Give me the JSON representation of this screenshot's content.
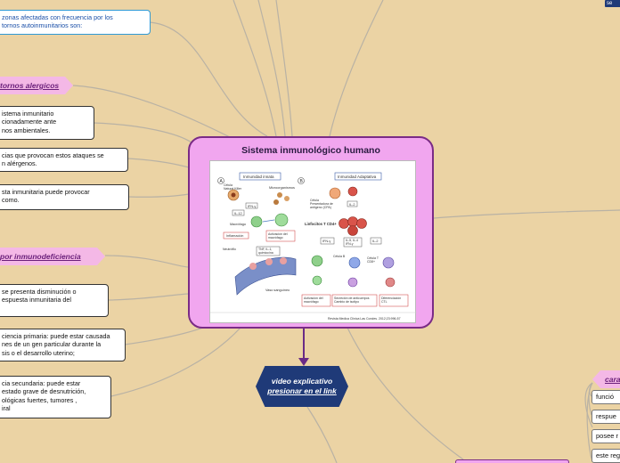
{
  "central": {
    "title": "Sistema inmunológico humano",
    "figure": {
      "panel_a_label": "A",
      "panel_b_label": "B",
      "innate_header": "Inmunidad innata",
      "adaptive_header": "Inmunidad Adaptativa",
      "nk_label": "Célula\nNatural Killer",
      "microorganisms": "Microorganismos",
      "ifn_gamma": "IFN-γ",
      "il12": "IL-12",
      "macrophage": "Macrófago",
      "macrophage_activation": "Activación del\nmacrófago",
      "inflammation": "Inflamación",
      "neutrophil": "Neutrófilo",
      "tnf": "TNF, IL-1,\nquimiocina",
      "blood_vessel": "Vaso sanguíneo",
      "apc": "Célula\nPresentadora de\nantígeno (CPA)",
      "il2": "IL-2",
      "t_lymphocytes": "Linfocitos T CD4+",
      "ifn_gamma_b": "IFN-γ",
      "il_group": "IL-5, IL-4\nIFN-γ",
      "il2_b": "IL-2",
      "b_cell": "Célula B",
      "t_cell_cd8": "Célula T\nCD8+",
      "box1": "Activación del\nmacrófago",
      "box2": "Secreción de anticuerpos\nCambio de isotipo",
      "box3": "Diferenciación\nCTL",
      "citation": "Revista Medica Clinica Las Condes. 2012;23:996-57"
    }
  },
  "left": {
    "blue_node": "zonas afectadas con frecuencia por los\ntornos autoinmunitarios son:",
    "tag_allergic": "tornos alergicos",
    "allergic_1": "istema inmunitario\ncionadamente ante\nnos ambientales.",
    "allergic_2": "cias que provocan estos ataques se\nn alérgenos.",
    "allergic_3": "sta inmunitaria puede provocar\ncomo.",
    "tag_immuno": "por inmunodeficiencia",
    "immuno_1": "se presenta disminución o\nespuesta inmunitaria del",
    "immuno_2": "ciencia primaria: puede estar causada\nnes de un gen particular durante la\nsis o el desarrollo uterino;",
    "immuno_3": "cia secundaria: puede estar\nestado grave de desnutrición,\nológicas fuertes, tumores ,\niral"
  },
  "video": {
    "line1": "video explicativo",
    "line2": "presionar en el link"
  },
  "right": {
    "badge": "se",
    "tag": "cara",
    "items": [
      "funció",
      "respue",
      "posee r",
      "este reg"
    ]
  }
}
